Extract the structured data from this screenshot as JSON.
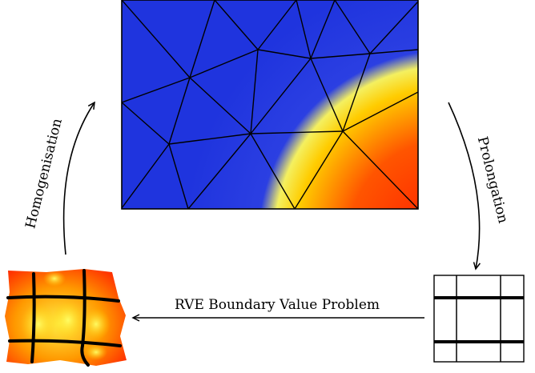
{
  "labels": {
    "homogenisation": "Homogenisation",
    "prolongation": "Prolongation",
    "rve": "RVE Boundary Value Problem"
  },
  "colors": {
    "background": "#ffffff",
    "cold": "#2a3ce0",
    "hot": "#ff2a00",
    "mid": "#ffee00",
    "line": "#000000"
  }
}
